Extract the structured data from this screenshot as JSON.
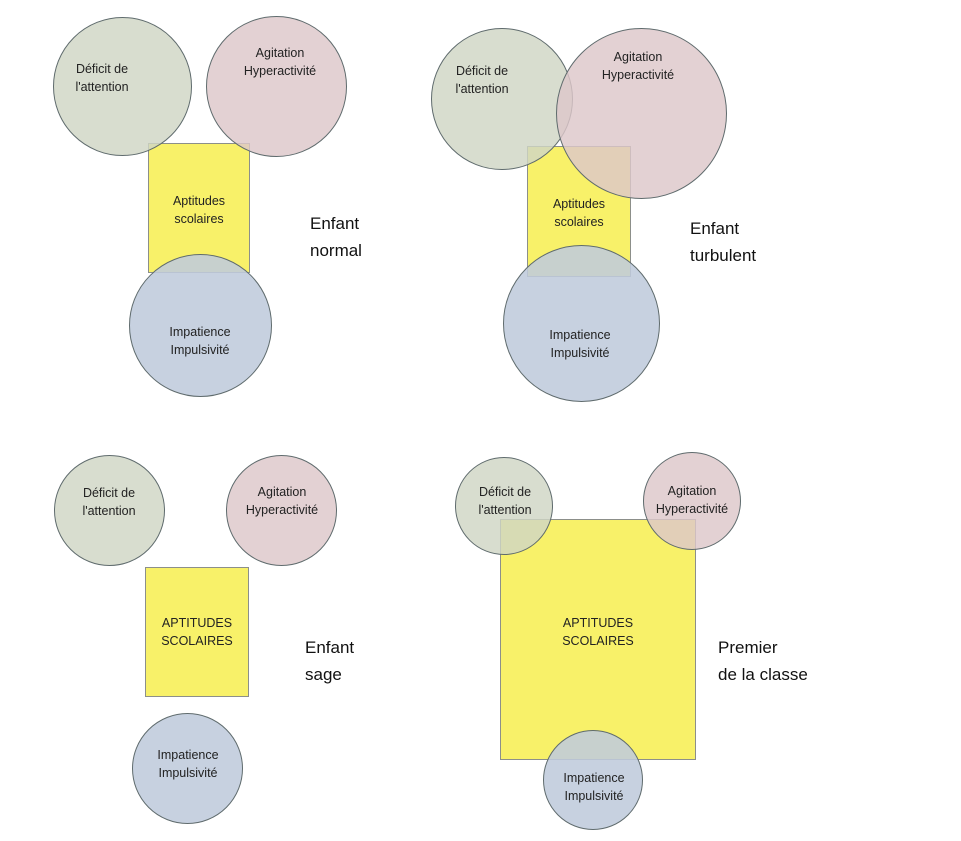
{
  "colors": {
    "attention": "#cfd6c4",
    "hyperactivity": "#ddc7c9",
    "impulsivity": "#bfcbdc",
    "aptitudes": "#f7f05c"
  },
  "panels": [
    {
      "caption": [
        "Enfant",
        "normal"
      ],
      "attention": [
        "Déficit de",
        "l'attention"
      ],
      "hyperactivity": [
        "Agitation",
        "Hyperactivité"
      ],
      "aptitudes": [
        "Aptitudes",
        "scolaires"
      ],
      "impulsivity": [
        "Impatience",
        "Impulsivité"
      ]
    },
    {
      "caption": [
        "Enfant",
        "turbulent"
      ],
      "attention": [
        "Déficit de",
        "l'attention"
      ],
      "hyperactivity": [
        "Agitation",
        "Hyperactivité"
      ],
      "aptitudes": [
        "Aptitudes",
        "scolaires"
      ],
      "impulsivity": [
        "Impatience",
        "Impulsivité"
      ]
    },
    {
      "caption": [
        "Enfant",
        "sage"
      ],
      "attention": [
        "Déficit de",
        "l'attention"
      ],
      "hyperactivity": [
        "Agitation",
        "Hyperactivité"
      ],
      "aptitudes": [
        "APTITUDES",
        "SCOLAIRES"
      ],
      "impulsivity": [
        "Impatience",
        "Impulsivité"
      ]
    },
    {
      "caption": [
        "Premier",
        "de la classe"
      ],
      "attention": [
        "Déficit de",
        "l'attention"
      ],
      "hyperactivity": [
        "Agitation",
        "Hyperactivité"
      ],
      "aptitudes": [
        "APTITUDES",
        "SCOLAIRES"
      ],
      "impulsivity": [
        "Impatience",
        "Impulsivité"
      ]
    }
  ]
}
